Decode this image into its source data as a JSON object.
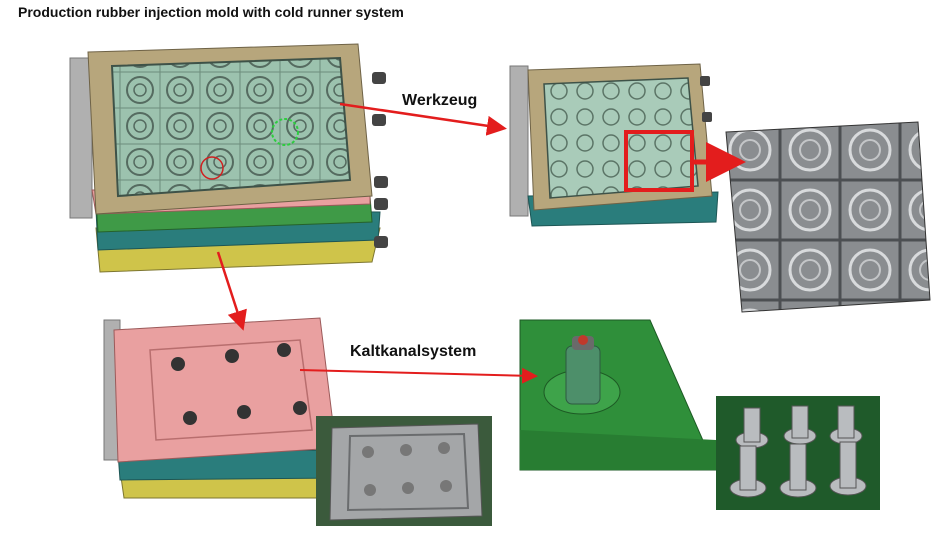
{
  "title": "Production rubber injection mold with cold runner system",
  "labels": {
    "werkzeug": "Werkzeug",
    "kaltkanal": "Kaltkanalsystem"
  },
  "colors": {
    "arrow": "#e31d1d",
    "plate_tan": "#b7a67c",
    "cavity": "#8fb6a3",
    "pink": "#e9a0a0",
    "green": "#2f8f3a",
    "teal": "#2a7d7c",
    "yellow": "#cfc44a",
    "grey": "#9a9a9a"
  }
}
